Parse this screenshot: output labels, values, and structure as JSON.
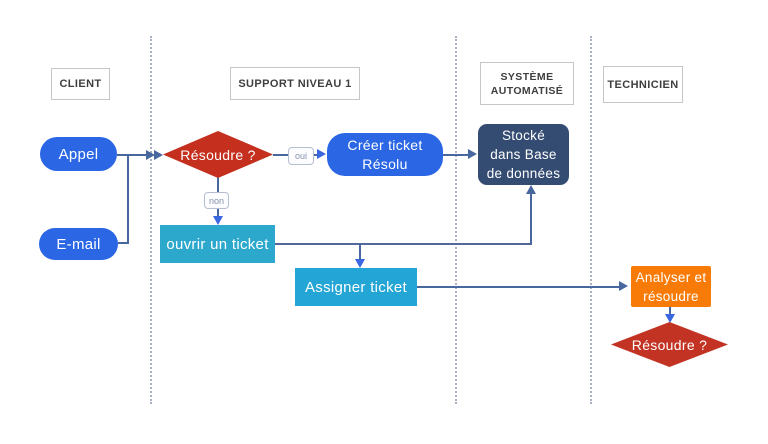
{
  "diagram": {
    "type": "swimlane-flowchart",
    "lanes": {
      "client": "CLIENT",
      "support": "SUPPORT NIVEAU 1",
      "systeme": "SYSTÈME\nAUTOMATISÉ",
      "technicien": "TECHNICIEN"
    },
    "nodes": {
      "appel": "Appel",
      "email": "E-mail",
      "resoudre1": "Résoudre ?",
      "creer_ticket": "Créer ticket\nRésolu",
      "stocke": "Stocké\ndans Base\nde données",
      "ouvrir_ticket": "ouvrir un ticket",
      "assigner_ticket": "Assigner ticket",
      "analyser": "Analyser et\nrésoudre",
      "resoudre2": "Résoudre ?"
    },
    "edge_labels": {
      "oui": "oui",
      "non": "non"
    },
    "colors": {
      "process_blue": "#2b66e4",
      "decision_red": "#c42f1e",
      "task_cyan": "#2ca8cd",
      "task_cyan_bright": "#23a5d5",
      "storage_navy": "#344b72",
      "action_orange": "#f97b07",
      "connector_slate": "#47679e",
      "arrow_accent_blue": "#3a67df",
      "lane_border_gray": "#c6c6c6"
    }
  }
}
